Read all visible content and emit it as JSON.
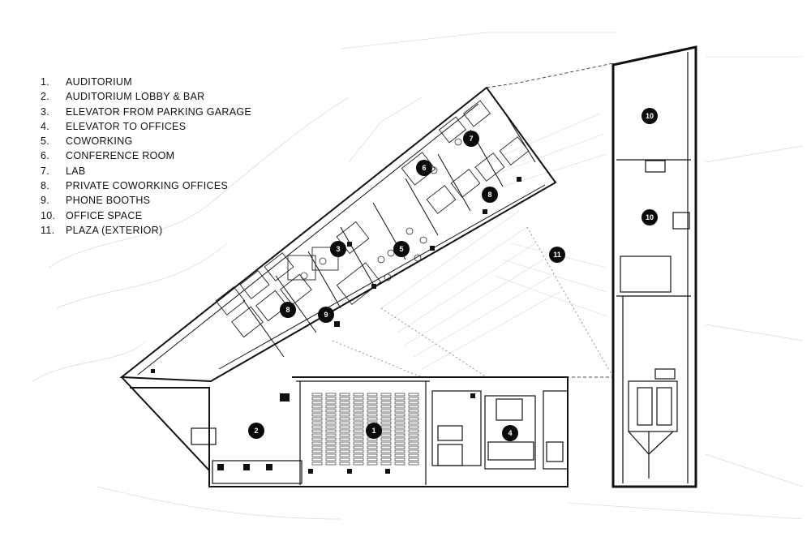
{
  "legend": [
    {
      "num": "1.",
      "label": "AUDITORIUM"
    },
    {
      "num": "2.",
      "label": "AUDITORIUM LOBBY & BAR"
    },
    {
      "num": "3.",
      "label": "ELEVATOR FROM PARKING GARAGE"
    },
    {
      "num": "4.",
      "label": "ELEVATOR TO OFFICES"
    },
    {
      "num": "5.",
      "label": "COWORKING"
    },
    {
      "num": "6.",
      "label": "CONFERENCE ROOM"
    },
    {
      "num": "7.",
      "label": "LAB"
    },
    {
      "num": "8.",
      "label": "PRIVATE COWORKING OFFICES"
    },
    {
      "num": "9.",
      "label": "PHONE BOOTHS"
    },
    {
      "num": "10.",
      "label": "OFFICE SPACE"
    },
    {
      "num": "11.",
      "label": "PLAZA (EXTERIOR)"
    }
  ],
  "markers": [
    {
      "label": "1"
    },
    {
      "label": "2"
    },
    {
      "label": "3"
    },
    {
      "label": "4"
    },
    {
      "label": "5"
    },
    {
      "label": "6"
    },
    {
      "label": "7"
    },
    {
      "label": "8"
    },
    {
      "label": "8"
    },
    {
      "label": "9"
    },
    {
      "label": "10"
    },
    {
      "label": "10"
    },
    {
      "label": "11"
    }
  ],
  "colors": {
    "ink": "#111111",
    "faint": "#d6d6d6",
    "marker": "#0a0a0a"
  }
}
